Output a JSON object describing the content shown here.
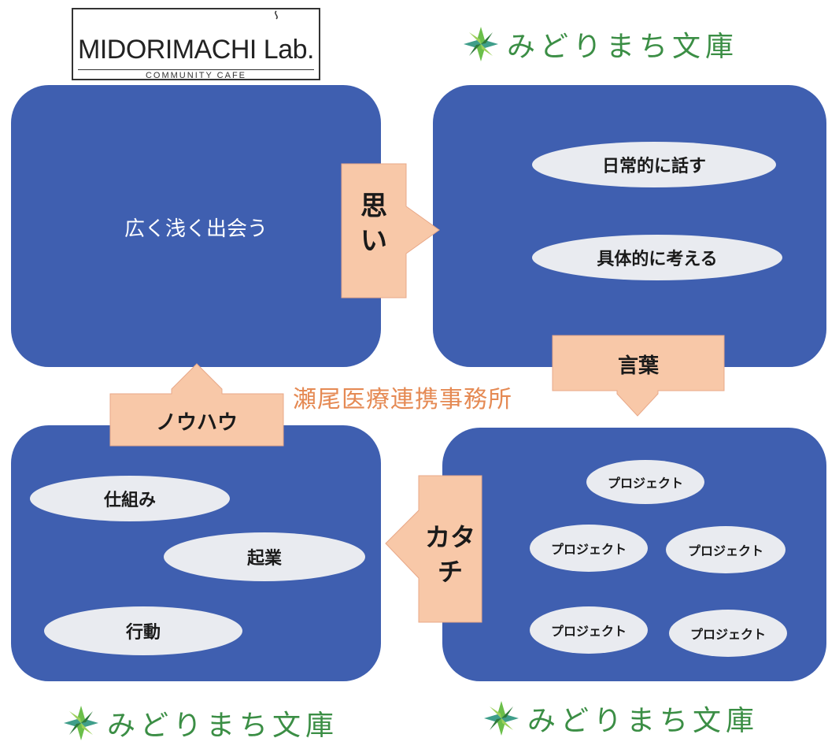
{
  "logo": {
    "title": "MIDORIMACHI Lab.",
    "subtitle": "COMMUNITY CAFE"
  },
  "brand": {
    "name": "みどりまち文庫"
  },
  "quadrants": {
    "top_left": {
      "text": "広く浅く出会う"
    },
    "top_right": {
      "items": [
        "日常的に話す",
        "具体的に考える"
      ]
    },
    "bottom_right": {
      "items": [
        "プロジェクト",
        "プロジェクト",
        "プロジェクト",
        "プロジェクト",
        "プロジェクト"
      ]
    },
    "bottom_left": {
      "items": [
        "仕組み",
        "起業",
        "行動"
      ]
    }
  },
  "arrows": {
    "right": {
      "line1": "思",
      "line2": "い"
    },
    "down": {
      "label": "言葉"
    },
    "left": {
      "line1": "カタ",
      "line2": "チ"
    },
    "up": {
      "label": "ノウハウ"
    }
  },
  "office": {
    "name": "瀬尾医療連携事務所"
  },
  "colors": {
    "box": "#3f5fb0",
    "ellipse": "#e9ebf0",
    "arrow": "#f8c8a8",
    "brand_green": "#3b8e45",
    "office_orange": "#e58a54"
  }
}
